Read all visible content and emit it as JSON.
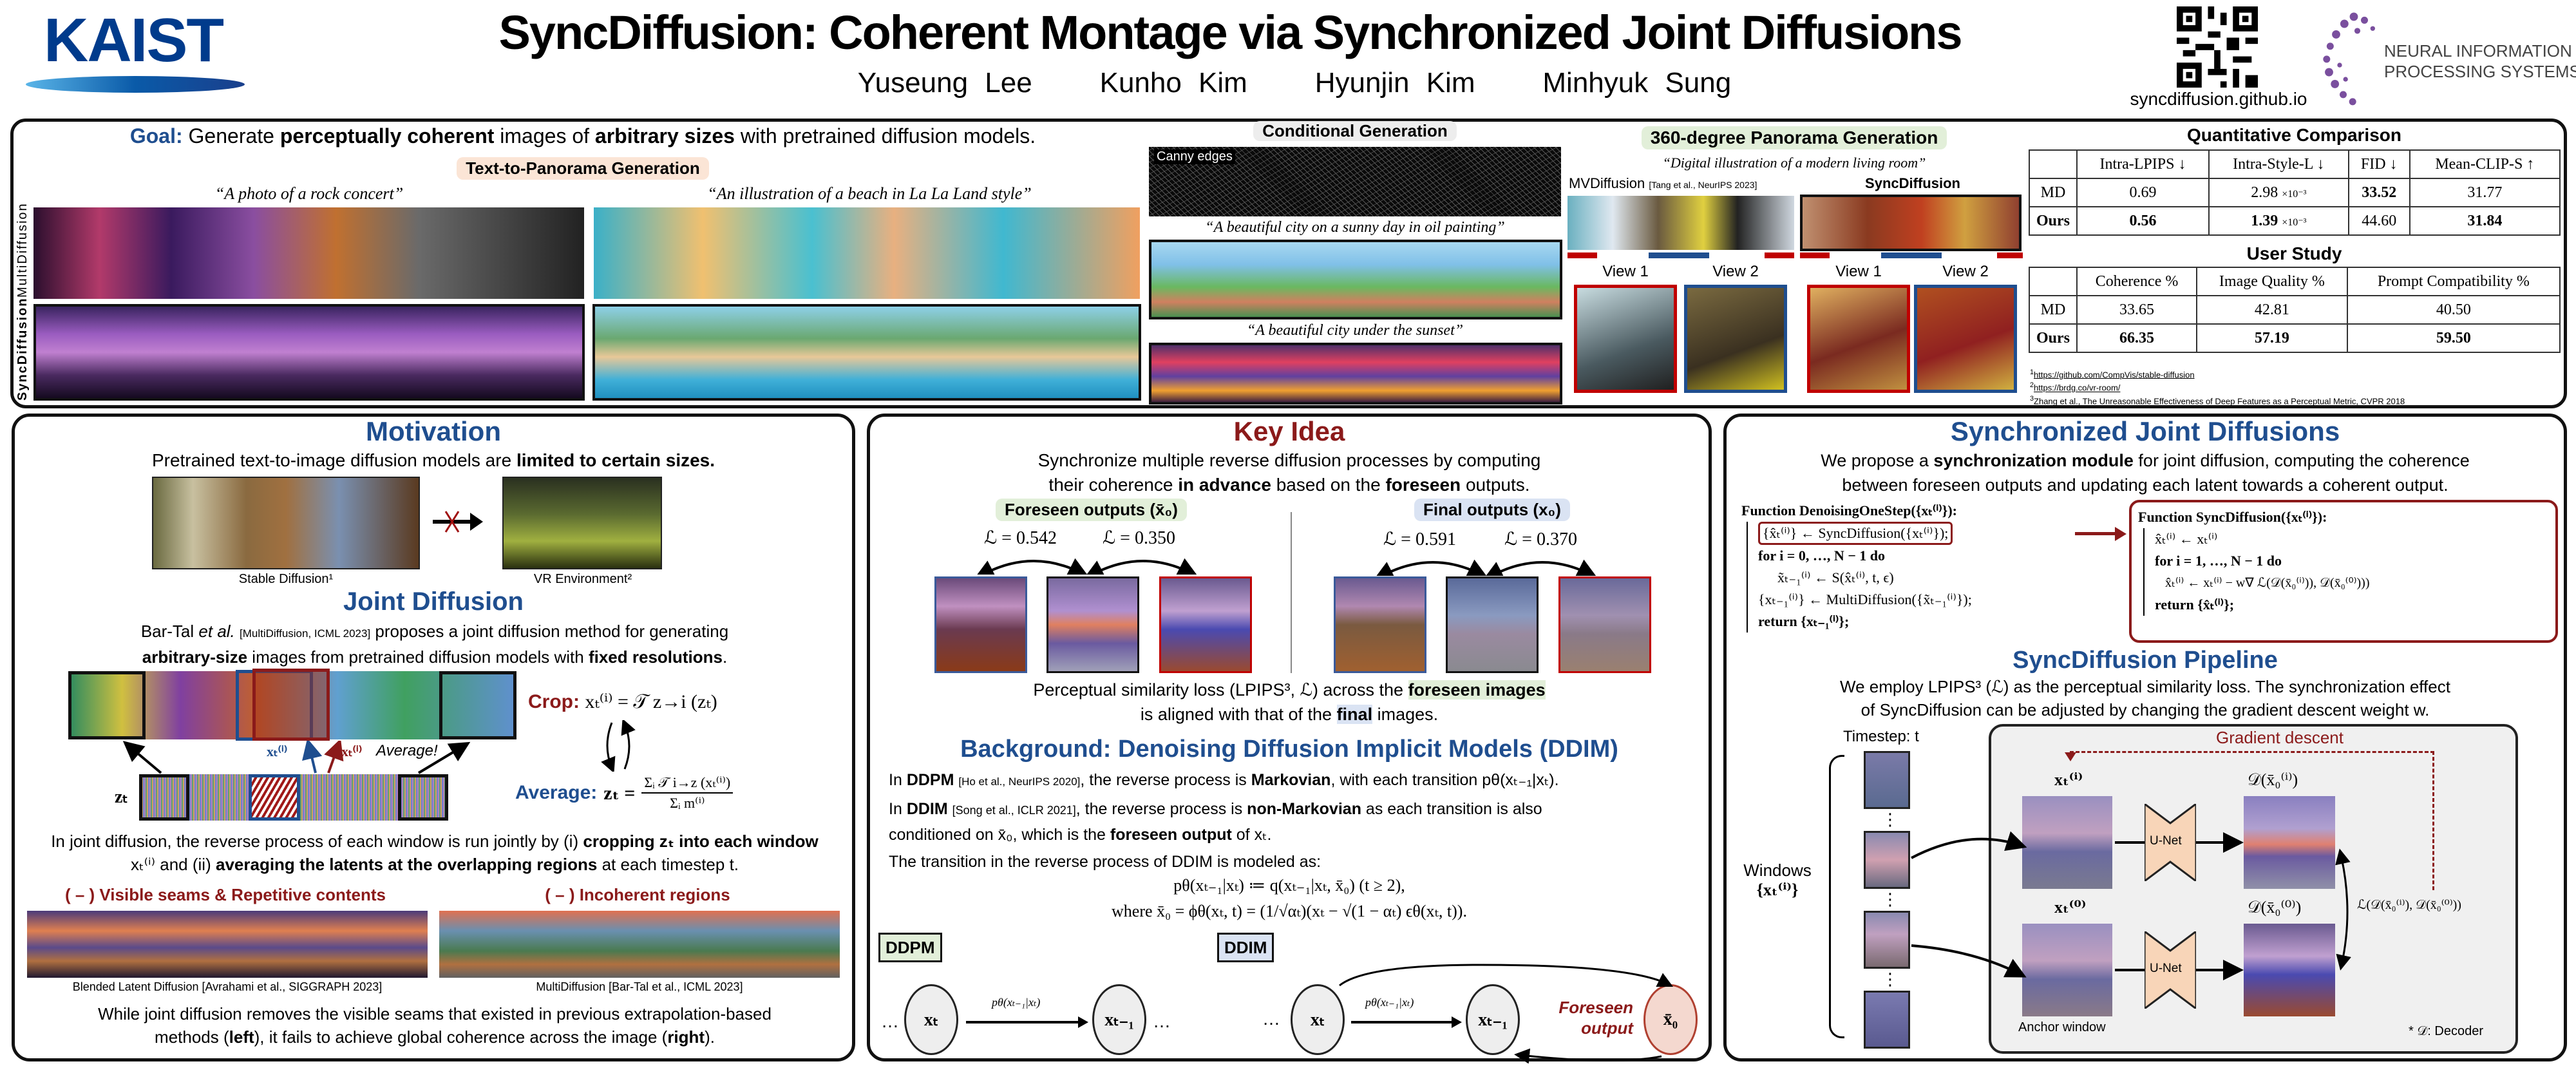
{
  "header": {
    "logo_left": "KAIST",
    "title": "SyncDiffusion: Coherent Montage via Synchronized Joint Diffusions",
    "authors": [
      "Yuseung Lee",
      "Kunho Kim",
      "Hyunjin Kim",
      "Minhyuk Sung"
    ],
    "project_url": "syncdiffusion.github.io",
    "logo_right_line1": "NEURAL INFORMATION",
    "logo_right_line2": "PROCESSING SYSTEMS"
  },
  "top": {
    "goal_label": "Goal:",
    "goal_parts": [
      "Generate",
      "perceptually coherent",
      "images of",
      "arbitrary sizes",
      "with pretrained diffusion models."
    ],
    "t2p_label": "Text-to-Panorama Generation",
    "prompt_concert": "“A photo of a rock concert”",
    "prompt_beach": "“An illustration of a beach in La La Land style”",
    "row_label_md": "MultiDiffusion",
    "row_label_sd": "SyncDiffusion",
    "cond_label": "Conditional Generation",
    "canny_label": "Canny edges",
    "prompt_city_sunny": "“A beautiful city on a sunny day in oil painting”",
    "prompt_city_sunset": "“A beautiful city under the sunset”",
    "pano360_label": "360-degree Panorama Generation",
    "prompt_room": "“Digital illustration of a modern living room”",
    "mv_label": "MVDiffusion",
    "mv_cite": "[Tang et al., NeurIPS 2023]",
    "sync_label": "SyncDiffusion",
    "view1": "View 1",
    "view2": "View 2"
  },
  "quant": {
    "title": "Quantitative Comparison",
    "headers": [
      "",
      "Intra-LPIPS ↓",
      "Intra-Style-L ↓",
      "FID ↓",
      "Mean-CLIP-S ↑"
    ],
    "rows": [
      {
        "name": "MD",
        "cells": [
          "0.69",
          "2.98",
          "33.52",
          "31.77"
        ],
        "bold": [
          false,
          false,
          true,
          false
        ]
      },
      {
        "name": "Ours",
        "cells": [
          "0.56",
          "1.39",
          "44.60",
          "31.84"
        ],
        "bold": [
          true,
          true,
          false,
          true
        ]
      }
    ],
    "exp_suffix": "×10⁻³"
  },
  "user": {
    "title": "User Study",
    "headers": [
      "",
      "Coherence %",
      "Image Quality %",
      "Prompt Compatibility %"
    ],
    "rows": [
      {
        "name": "MD",
        "cells": [
          "33.65",
          "42.81",
          "40.50"
        ]
      },
      {
        "name": "Ours",
        "cells": [
          "66.35",
          "57.19",
          "59.50"
        ]
      }
    ]
  },
  "footnotes": [
    {
      "num": "1",
      "text": "https://github.com/CompVis/stable-diffusion"
    },
    {
      "num": "2",
      "text": "https://brdg.co/vr-room/"
    },
    {
      "num": "3",
      "text": "Zhang et al., The Unreasonable Effectiveness of Deep Features as a Perceptual Metric, CVPR 2018"
    }
  ],
  "motivation": {
    "title": "Motivation",
    "text_a": "Pretrained text-to-image diffusion models are",
    "text_b": "limited to certain sizes.",
    "cap_sd": "Stable Diffusion¹",
    "cap_vr": "VR Environment²",
    "jd_title": "Joint Diffusion",
    "jd_a": "Bar-Tal",
    "jd_etal": "et al.",
    "jd_cite": "[MultiDiffusion, ICML 2023]",
    "jd_b": "proposes a joint diffusion method for generating",
    "jd_c": "arbitrary-size",
    "jd_d": "images from pretrained diffusion models with",
    "jd_e": "fixed resolutions",
    "crop_label": "Crop:",
    "crop_eq": "xₜ⁽ⁱ⁾ = 𝒯 z→i (zₜ)",
    "avg_label": "Average:",
    "avg_eq_lhs": "zₜ =",
    "avg_num": "Σᵢ 𝒯 i→z (xₜ⁽ⁱ⁾)",
    "avg_den": "Σᵢ m⁽ⁱ⁾",
    "average_word": "Average!",
    "zt_label": "zₜ",
    "xt_label": "xₜ⁽ⁱ⁾",
    "jd_desc_1": "In joint diffusion, the reverse process of each window is run jointly by (i)",
    "jd_desc_2": "cropping zₜ into each window",
    "jd_desc_3": "xₜ⁽ⁱ⁾ and (ii)",
    "jd_desc_4": "averaging the latents at the overlapping regions",
    "jd_desc_5": "at each timestep t.",
    "neg1": "( – ) Visible seams & Repetitive contents",
    "neg2": "( – ) Incoherent regions",
    "cap_bld": "Blended Latent Diffusion [Avrahami et al., SIGGRAPH 2023]",
    "cap_md": "MultiDiffusion [Bar-Tal et al., ICML 2023]",
    "concl_1": "While joint diffusion removes the visible seams that existed in previous extrapolation-based",
    "concl_2a": "methods (",
    "concl_left": "left",
    "concl_2b": "), it fails to achieve global coherence across the image (",
    "concl_right": "right",
    "concl_2c": ")."
  },
  "keyidea": {
    "title": "Key Idea",
    "line1": "Synchronize multiple reverse diffusion processes by computing",
    "line2a": "their coherence",
    "line2b": "in advance",
    "line2c": "based on the",
    "line2d": "foreseen",
    "line2e": "outputs.",
    "foreseen_label": "Foreseen outputs (x̄₀)",
    "final_label": "Final outputs (x₀)",
    "loss_f1": "ℒ = 0.542",
    "loss_f2": "ℒ = 0.350",
    "loss_g1": "ℒ = 0.591",
    "loss_g2": "ℒ = 0.370",
    "bottom_a": "Perceptual similarity loss (LPIPS³, ℒ) across the",
    "bottom_b": "foreseen images",
    "bottom_c": "is aligned with that of the",
    "bottom_d": "final",
    "bottom_e": "images."
  },
  "ddim": {
    "title": "Background: Denoising Diffusion Implicit Models (DDIM)",
    "p1a": "In",
    "p1b": "DDPM",
    "p1cite": "[Ho et al., NeurIPS 2020]",
    "p1c": ", the reverse process is",
    "p1d": "Markovian",
    "p1e": ", with each transition pθ(xₜ₋₁|xₜ).",
    "p2a": "In",
    "p2b": "DDIM",
    "p2cite": "[Song et al., ICLR 2021]",
    "p2c": ", the reverse process is",
    "p2d": "non-Markovian",
    "p2e": "as each transition is also",
    "p3a": "conditioned on x̄₀, which is the",
    "p3b": "foreseen output",
    "p3c": "of xₜ.",
    "p4": "The transition in the reverse process of DDIM is modeled as:",
    "eq1": "pθ(xₜ₋₁|xₜ) ≔ q(xₜ₋₁|xₜ, x̄₀)  (t ≥ 2),",
    "eq2": "where x̄₀ = ϕθ(xₜ, t) = (1/√αₜ)(xₜ − √(1 − αₜ) ϵθ(xₜ, t)).",
    "ddpm_tag": "DDPM",
    "ddim_tag": "DDIM",
    "ellipsis": "…",
    "node_xt": "xₜ",
    "node_xt1": "xₜ₋₁",
    "node_x0": "x̄₀",
    "edge_label": "pθ(xₜ₋₁|xₜ)",
    "foreseen_out": "Foreseen output"
  },
  "sync": {
    "title": "Synchronized Joint Diffusions",
    "line1a": "We propose a",
    "line1b": "synchronization module",
    "line1c": "for joint diffusion, computing the coherence",
    "line2": "between foreseen outputs and updating each latent towards a coherent output.",
    "algo1": [
      "Function DenoisingOneStep({xₜ⁽ⁱ⁾}):",
      "{x̂ₜ⁽ⁱ⁾} ← SyncDiffusion({xₜ⁽ⁱ⁾});",
      "for i = 0, …, N − 1 do",
      "x̃ₜ₋₁⁽ⁱ⁾ ← S(x̂ₜ⁽ⁱ⁾, t, ϵ)",
      "{xₜ₋₁⁽ⁱ⁾} ← MultiDiffusion({x̃ₜ₋₁⁽ⁱ⁾});",
      "return {xₜ₋₁⁽ⁱ⁾};"
    ],
    "algo2": [
      "Function SyncDiffusion({xₜ⁽ⁱ⁾}):",
      "x̂ₜ⁽ⁱ⁾ ← xₜ⁽ⁱ⁾",
      "for i = 1, …, N − 1 do",
      "x̂ₜ⁽ⁱ⁾ ← xₜ⁽ⁱ⁾ − w∇ ℒ(𝒟(x̄₀⁽ⁱ⁾)), 𝒟(x̄₀⁽⁰⁾)))",
      "return {x̂ₜ⁽ⁱ⁾};"
    ]
  },
  "pipeline": {
    "title": "SyncDiffusion Pipeline",
    "line1": "We employ LPIPS³ (ℒ) as the perceptual similarity loss. The synchronization effect",
    "line2": "of SyncDiffusion can be adjusted by changing the gradient descent weight w.",
    "timestep": "Timestep: t",
    "windows": "Windows",
    "windows_set": "{xₜ⁽ⁱ⁾}",
    "grad": "Gradient descent",
    "xi": "xₜ⁽ⁱ⁾",
    "x0": "xₜ⁽⁰⁾",
    "di": "𝒟(x̄₀⁽ⁱ⁾)",
    "d0": "𝒟(x̄₀⁽⁰⁾)",
    "loss": "ℒ(𝒟(x̄₀⁽ⁱ⁾), 𝒟(x̄₀⁽⁰⁾))",
    "unet": "U-Net",
    "anchor": "Anchor window",
    "decoder_note": "* 𝒟: Decoder",
    "vdots": "⋮"
  },
  "colors": {
    "blue": "#1f4e8f",
    "dark_red": "#8b1a1a",
    "green_pill": "#e2efd9",
    "blue_pill": "#dae3f3",
    "peach_pill": "#fbe5d6",
    "gray_pill": "#ededed"
  }
}
